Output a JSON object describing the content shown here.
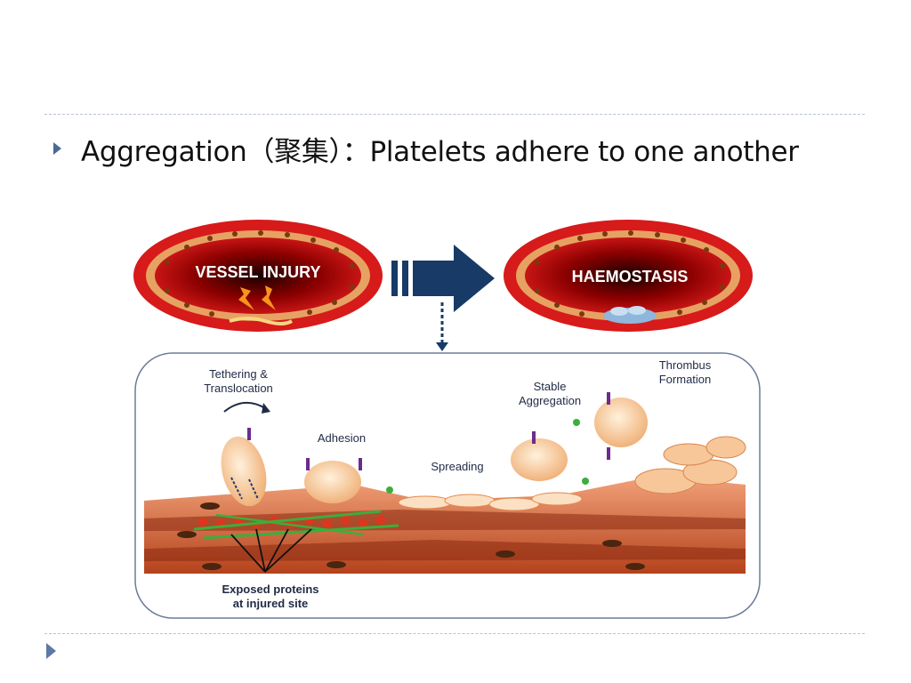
{
  "slide": {
    "bullet": "Aggregation（聚集）：Platelets adhere to one another"
  },
  "figure": {
    "vessel_injury": "VESSEL INJURY",
    "haemostasis": "HAEMOSTASIS",
    "labels": {
      "tethering": [
        "Tethering &",
        "Translocation"
      ],
      "adhesion": "Adhesion",
      "spreading": "Spreading",
      "stable": [
        "Stable",
        "Aggregation"
      ],
      "thrombus": [
        "Thrombus",
        "Formation"
      ],
      "exposed": [
        "Exposed proteins",
        "at injured site"
      ]
    }
  },
  "colors": {
    "accent": "#4a6a95",
    "vessel_red": "#d4191a",
    "arrow_navy": "#173a66"
  },
  "icons": {
    "bullet": "triangle-right-icon",
    "next": "triangle-right-icon"
  }
}
